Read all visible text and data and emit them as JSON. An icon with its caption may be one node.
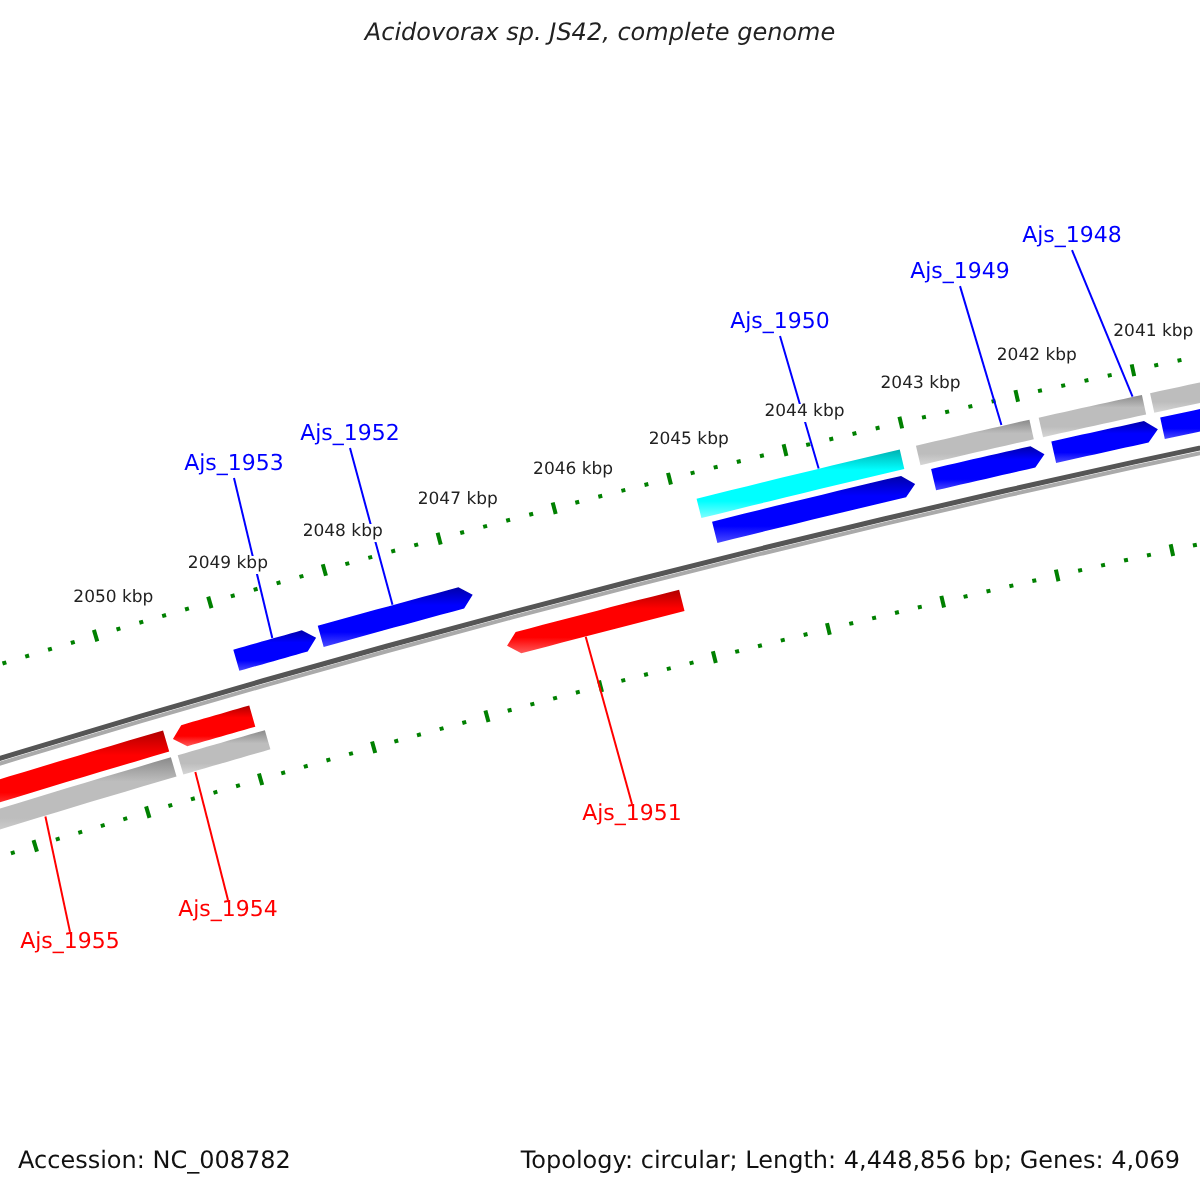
{
  "diagram": {
    "title": "Acidovorax sp. JS42, complete genome",
    "nodes": [
      {
        "text": [
          "Ajs_1948"
        ]
      },
      {
        "text": [
          "Ajs_1949"
        ]
      },
      {
        "text": [
          "Ajs_1950"
        ]
      },
      {
        "text": [
          "Ajs_1952"
        ]
      },
      {
        "text": [
          "Ajs_1953"
        ]
      },
      {
        "text": [
          "Ajs_1951"
        ]
      },
      {
        "text": [
          "Ajs_1954"
        ]
      },
      {
        "text": [
          "Ajs_1955"
        ]
      },
      {
        "text": [],
        "shape": "bar"
      },
      {
        "text": [],
        "shape": "bar"
      },
      {
        "text": [],
        "shape": "bar"
      },
      {
        "text": [],
        "shape": "bar"
      },
      {
        "text": [],
        "shape": "bar"
      },
      {
        "text": [],
        "shape": "bar"
      },
      {
        "text": [],
        "shape": "bar"
      },
      {
        "text": [],
        "shape": "bar"
      },
      {
        "text": [],
        "shape": "bar"
      },
      {
        "text": [],
        "shape": "bar"
      },
      {
        "text": [],
        "shape": "bar"
      },
      {
        "text": [],
        "shape": "bar"
      },
      {
        "text": [],
        "shape": "bar"
      },
      {
        "text": [],
        "shape": "bar"
      },
      {
        "text": [],
        "shape": "bar"
      }
    ],
    "edges": [
      {
        "from": 0,
        "to": 10,
        "arrow": "none"
      },
      {
        "from": 1,
        "to": 9,
        "arrow": "none"
      },
      {
        "from": 2,
        "to": 8,
        "arrow": "none"
      },
      {
        "from": 3,
        "to": 13,
        "arrow": "none"
      },
      {
        "from": 4,
        "to": 12,
        "arrow": "none"
      },
      {
        "from": 5,
        "to": 20,
        "arrow": "none",
        "color": "#ff0000"
      },
      {
        "from": 6,
        "to": 22,
        "arrow": "none",
        "color": "#ff0000"
      },
      {
        "from": 7,
        "to": 21,
        "arrow": "none",
        "color": "#ff0000"
      }
    ],
    "labels": [
      "2041 kbp",
      "2042 kbp",
      "2043 kbp",
      "2044 kbp",
      "2045 kbp",
      "2046 kbp",
      "2047 kbp",
      "2048 kbp",
      "2049 kbp",
      "2050 kbp",
      "Accession: NC_008782",
      "Topology: circular; Length: 4,448,856 bp; Genes: 4,069"
    ]
  }
}
